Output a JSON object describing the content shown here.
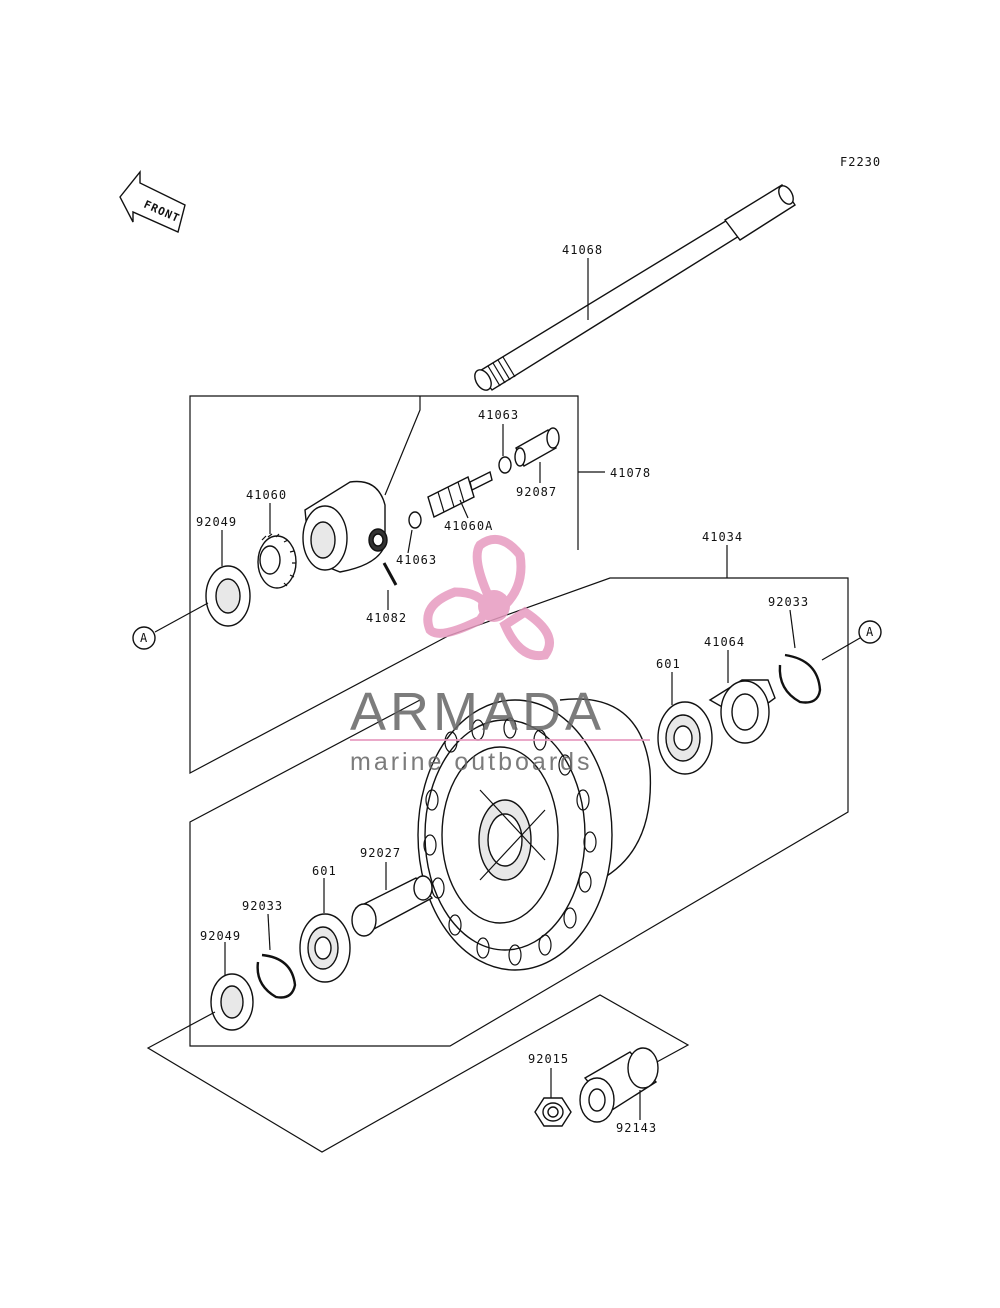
{
  "diagram_code": "F2230",
  "front_label": "FRONT",
  "ref_marker": "A",
  "parts": {
    "axle": "41068",
    "gear_assembly": "41078",
    "gear_a": "41060",
    "gear_b": "41060A",
    "washer_upper": "41063",
    "washer_lower": "41063",
    "bushing": "92087",
    "pin": "41082",
    "oil_seal_upper": "92049",
    "oil_seal_lower": "92049",
    "hub": "41034",
    "circlip_right": "92033",
    "circlip_left": "92033",
    "drive_flange": "41064",
    "bearing_right": "601",
    "bearing_left": "601",
    "spacer": "92027",
    "nut": "92015",
    "collar": "92143"
  },
  "watermark": {
    "brand": "ARMADA",
    "tagline": "marine outboards",
    "color": "#e79bc0"
  }
}
